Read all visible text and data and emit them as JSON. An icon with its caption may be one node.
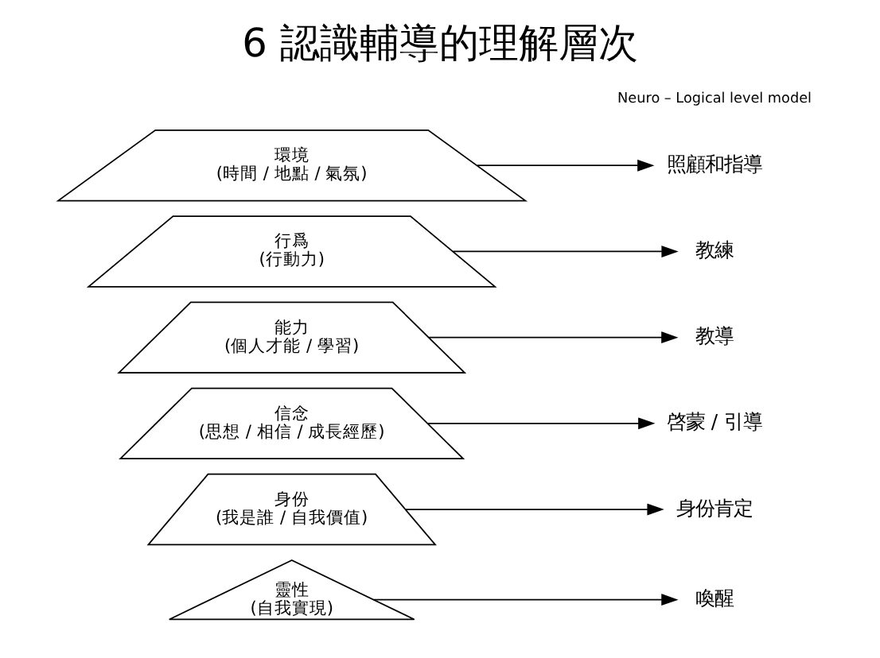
{
  "diagram": {
    "title": "6 認識輔導的理解層次",
    "nodes": [
      {
        "text": [
          "靈性",
          "(自我實現)"
        ]
      },
      {
        "text": [
          "身份",
          "(我是誰 / 自我價值)"
        ]
      },
      {
        "text": [
          "信念",
          "(思想 / 相信 / 成長經歷)"
        ]
      },
      {
        "text": [
          "能力",
          "(個人才能 / 學習)"
        ]
      },
      {
        "text": [
          "行爲",
          "(行動力)"
        ]
      },
      {
        "text": [
          "環境",
          "(時間 / 地點 / 氣氛)"
        ]
      },
      {
        "text": [
          "喚醒"
        ]
      },
      {
        "text": [
          "身份肯定"
        ]
      },
      {
        "text": [
          "啓蒙 / 引導"
        ]
      },
      {
        "text": [
          "教導"
        ]
      },
      {
        "text": [
          "教練"
        ]
      },
      {
        "text": [
          "照顧和指導"
        ]
      }
    ],
    "edges": [
      {
        "from": 0,
        "to": 6,
        "arrow": "to"
      },
      {
        "from": 1,
        "to": 7,
        "arrow": "to"
      },
      {
        "from": 2,
        "to": 8,
        "arrow": "to"
      },
      {
        "from": 3,
        "to": 9,
        "arrow": "to"
      },
      {
        "from": 4,
        "to": 10,
        "arrow": "to"
      },
      {
        "from": 5,
        "to": 11,
        "arrow": "to"
      }
    ],
    "labels": [
      "Neuro – Logical level model"
    ]
  }
}
